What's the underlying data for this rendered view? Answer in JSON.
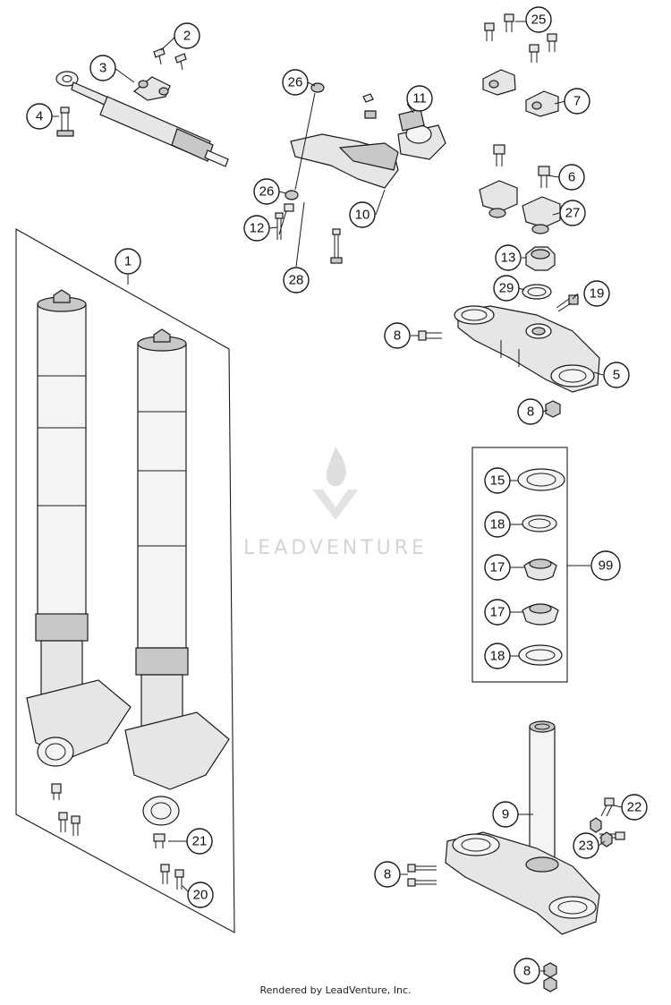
{
  "callouts": [
    {
      "id": "c1",
      "label": "1"
    },
    {
      "id": "c2",
      "label": "2"
    },
    {
      "id": "c3",
      "label": "3"
    },
    {
      "id": "c4",
      "label": "4"
    },
    {
      "id": "c5",
      "label": "5"
    },
    {
      "id": "c6",
      "label": "6"
    },
    {
      "id": "c7",
      "label": "7"
    },
    {
      "id": "c8a",
      "label": "8"
    },
    {
      "id": "c8b",
      "label": "8"
    },
    {
      "id": "c8c",
      "label": "8"
    },
    {
      "id": "c8d",
      "label": "8"
    },
    {
      "id": "c9",
      "label": "9"
    },
    {
      "id": "c10",
      "label": "10"
    },
    {
      "id": "c11",
      "label": "11"
    },
    {
      "id": "c12",
      "label": "12"
    },
    {
      "id": "c13",
      "label": "13"
    },
    {
      "id": "c15",
      "label": "15"
    },
    {
      "id": "c17a",
      "label": "17"
    },
    {
      "id": "c17b",
      "label": "17"
    },
    {
      "id": "c18a",
      "label": "18"
    },
    {
      "id": "c18b",
      "label": "18"
    },
    {
      "id": "c19",
      "label": "19"
    },
    {
      "id": "c20",
      "label": "20"
    },
    {
      "id": "c21",
      "label": "21"
    },
    {
      "id": "c22",
      "label": "22"
    },
    {
      "id": "c23",
      "label": "23"
    },
    {
      "id": "c25",
      "label": "25"
    },
    {
      "id": "c26a",
      "label": "26"
    },
    {
      "id": "c26b",
      "label": "26"
    },
    {
      "id": "c27",
      "label": "27"
    },
    {
      "id": "c28",
      "label": "28"
    },
    {
      "id": "c29",
      "label": "29"
    },
    {
      "id": "c99",
      "label": "99"
    }
  ],
  "watermark": "LEADVENTURE",
  "footer": "Rendered by LeadVenture, Inc."
}
